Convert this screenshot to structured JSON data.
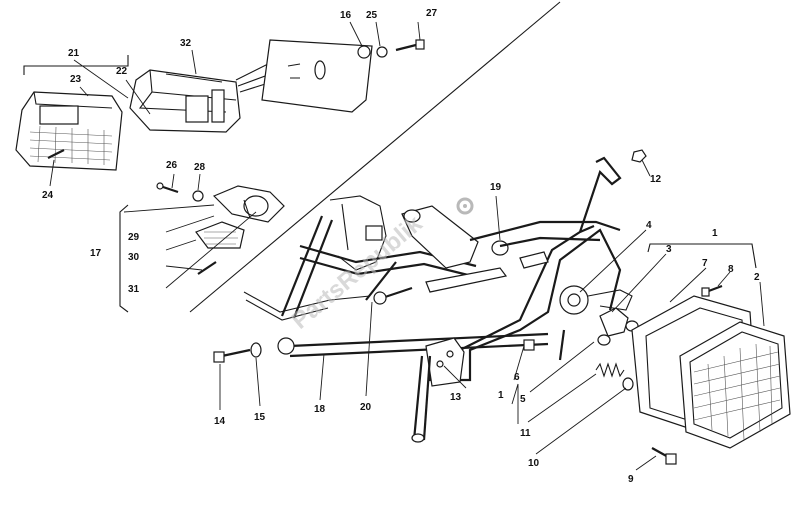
{
  "watermark": "PartsRepublik",
  "part_numbers": {
    "p1": "1",
    "p2": "2",
    "p3": "3",
    "p4": "4",
    "p5": "5",
    "p6": "6",
    "p7": "7",
    "p8": "8",
    "p9": "9",
    "p10": "10",
    "p11": "11",
    "p12": "12",
    "p13": "13",
    "p14": "14",
    "p15": "15",
    "p16": "16",
    "p17": "17",
    "p18": "18",
    "p19": "19",
    "p20": "20",
    "p21": "21",
    "p22": "22",
    "p23": "23",
    "p24": "24",
    "p25": "25",
    "p26": "26",
    "p27": "27",
    "p28": "28",
    "p29": "29",
    "p30": "30",
    "p31": "31",
    "p32": "32"
  }
}
